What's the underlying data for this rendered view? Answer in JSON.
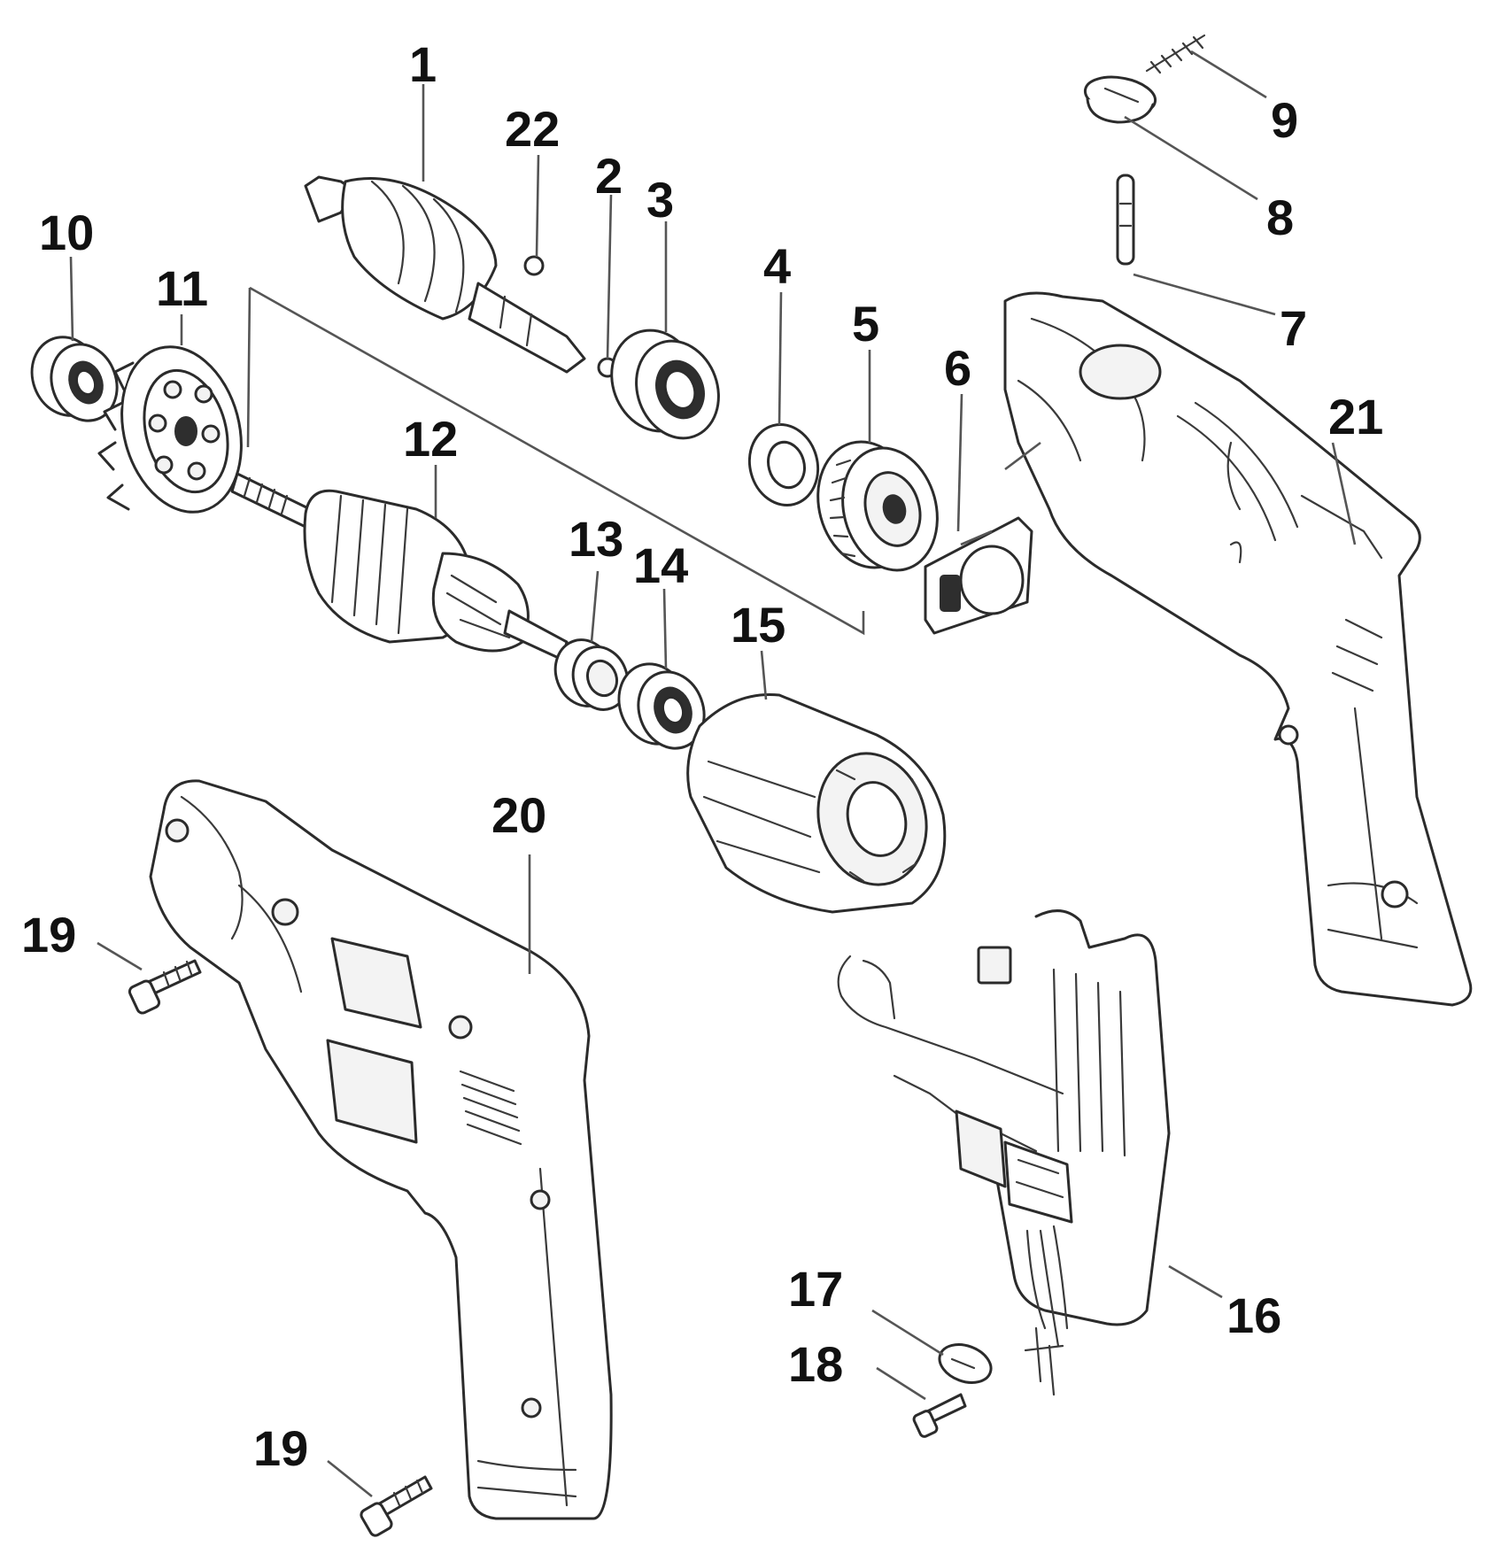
{
  "callouts": {
    "c1": "1",
    "c2": "2",
    "c3": "3",
    "c4": "4",
    "c5": "5",
    "c6": "6",
    "c7": "7",
    "c8": "8",
    "c9": "9",
    "c10": "10",
    "c11": "11",
    "c12": "12",
    "c13": "13",
    "c14": "14",
    "c15": "15",
    "c16": "16",
    "c17": "17",
    "c18": "18",
    "c19a": "19",
    "c19b": "19",
    "c20": "20",
    "c21": "21",
    "c22": "22"
  }
}
